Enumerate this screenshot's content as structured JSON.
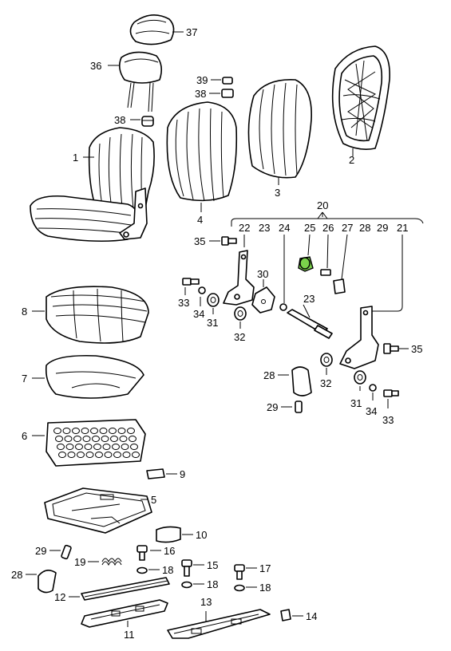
{
  "callouts": {
    "c1": "1",
    "c2": "2",
    "c3": "3",
    "c4": "4",
    "c5": "5",
    "c6": "6",
    "c7": "7",
    "c8": "8",
    "c9": "9",
    "c10": "10",
    "c11": "11",
    "c12": "12",
    "c13": "13",
    "c14": "14",
    "c15": "15",
    "c16": "16",
    "c17": "17",
    "c18a": "18",
    "c18b": "18",
    "c18c": "18",
    "c19": "19",
    "c20": "20",
    "c21": "21",
    "c22": "22",
    "c23a": "23",
    "c23b": "23",
    "c24": "24",
    "c25": "25",
    "c26": "26",
    "c27": "27",
    "c28a": "28",
    "c28b": "28",
    "c28c": "28",
    "c29a": "29",
    "c29b": "29",
    "c29c": "29",
    "c30": "30",
    "c31a": "31",
    "c31b": "31",
    "c32a": "32",
    "c32b": "32",
    "c33a": "33",
    "c33b": "33",
    "c34a": "34",
    "c34b": "34",
    "c35a": "35",
    "c35b": "35",
    "c36": "36",
    "c37": "37",
    "c38a": "38",
    "c38b": "38",
    "c39": "39"
  },
  "colors": {
    "highlight_part": "#7bd24b",
    "line": "#000000"
  }
}
